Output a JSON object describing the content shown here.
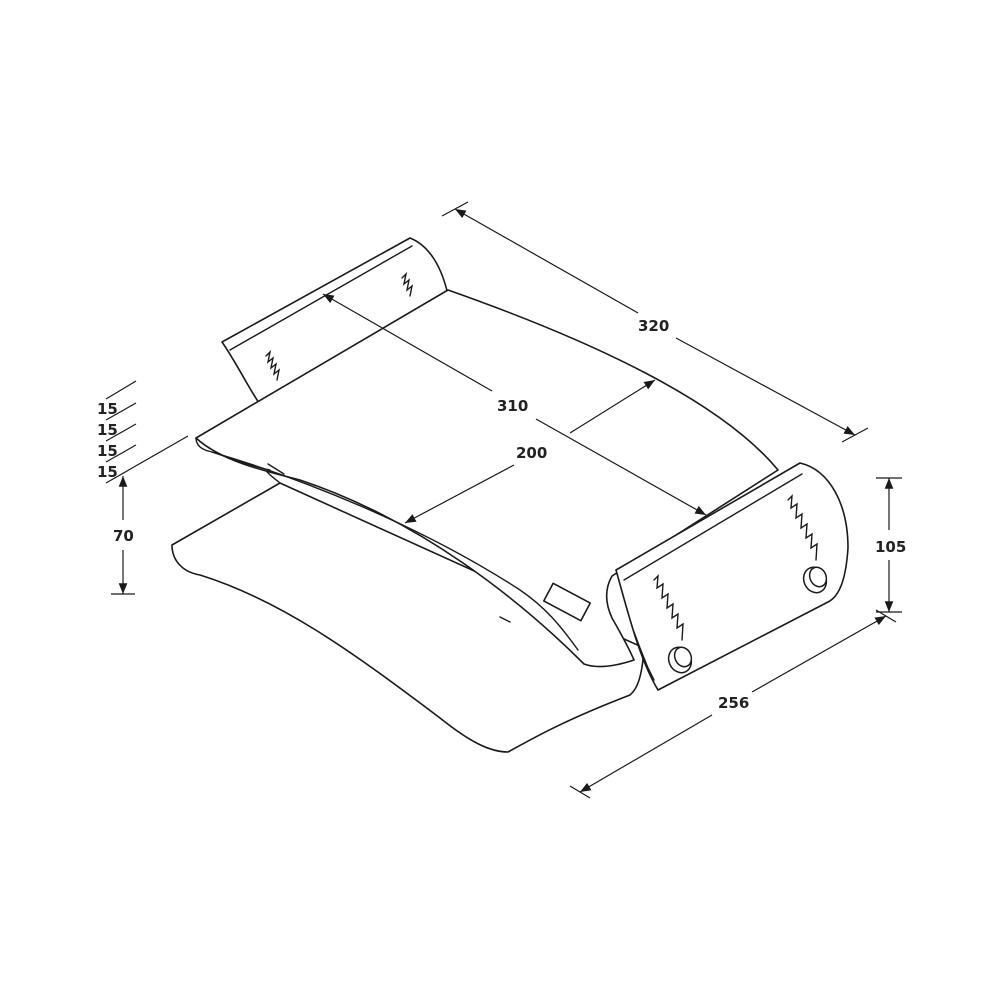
{
  "dimensions": {
    "width_top": "320",
    "depth_top": "310",
    "inner_width": "200",
    "side_height": "105",
    "base_depth": "256",
    "base_height": "70",
    "steps": [
      "15",
      "15",
      "15",
      "15"
    ]
  },
  "colors": {
    "line": "#1a1a1a",
    "text": "#222222",
    "background": "#ffffff"
  }
}
